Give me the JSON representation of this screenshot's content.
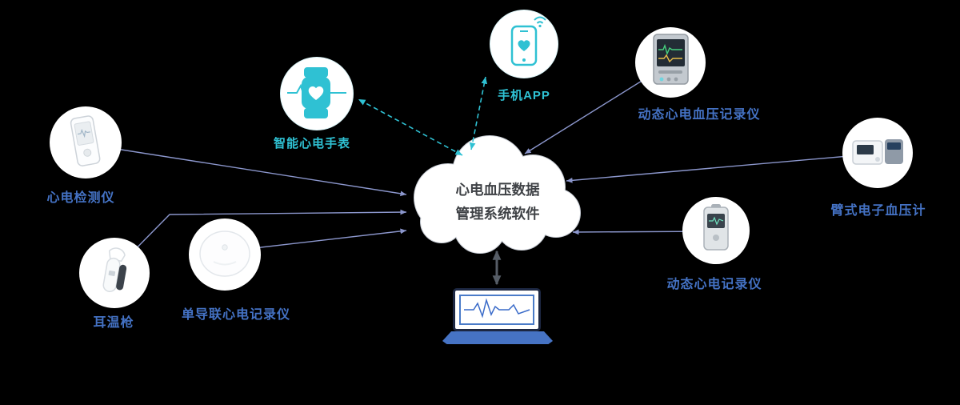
{
  "cloud": {
    "line1": "心电血压数据",
    "line2": "管理系统软件"
  },
  "nodes": {
    "smart_watch": {
      "label": "智能心电手表"
    },
    "phone_app": {
      "label": "手机APP"
    },
    "ecg_detector": {
      "label": "心电检测仪"
    },
    "ear_thermometer": {
      "label": "耳温枪"
    },
    "patch_recorder": {
      "label": "单导联心电记录仪"
    },
    "bp_ecg_recorder": {
      "label": "动态心电血压记录仪"
    },
    "electronic_bp": {
      "label": "臂式电子血压计"
    },
    "holter_recorder": {
      "label": "动态心电记录仪"
    }
  },
  "icons": {
    "smart_watch": "watch-heart-ecg-icon",
    "phone_app": "smartphone-heart-wifi-icon",
    "ecg_detector": "handheld-ecg-device-icon",
    "ear_thermometer": "ear-thermometer-icon",
    "patch_recorder": "round-patch-recorder-icon",
    "bp_ecg_recorder": "patient-monitor-icon",
    "electronic_bp": "bp-monitor-icon",
    "holter_recorder": "holter-device-icon",
    "center": "cloud-shape",
    "bottom": "laptop-ecg-icon"
  },
  "colors": {
    "label_blue": "#4472c4",
    "label_teal": "#2fc1d3",
    "connector_line": "#8b96cc",
    "dashed_line": "#2fc1d3",
    "cloud_fill": "#ffffff",
    "cloud_outline": "#c7ccd4",
    "laptop_base": "#4673c4",
    "background": "#000000"
  }
}
